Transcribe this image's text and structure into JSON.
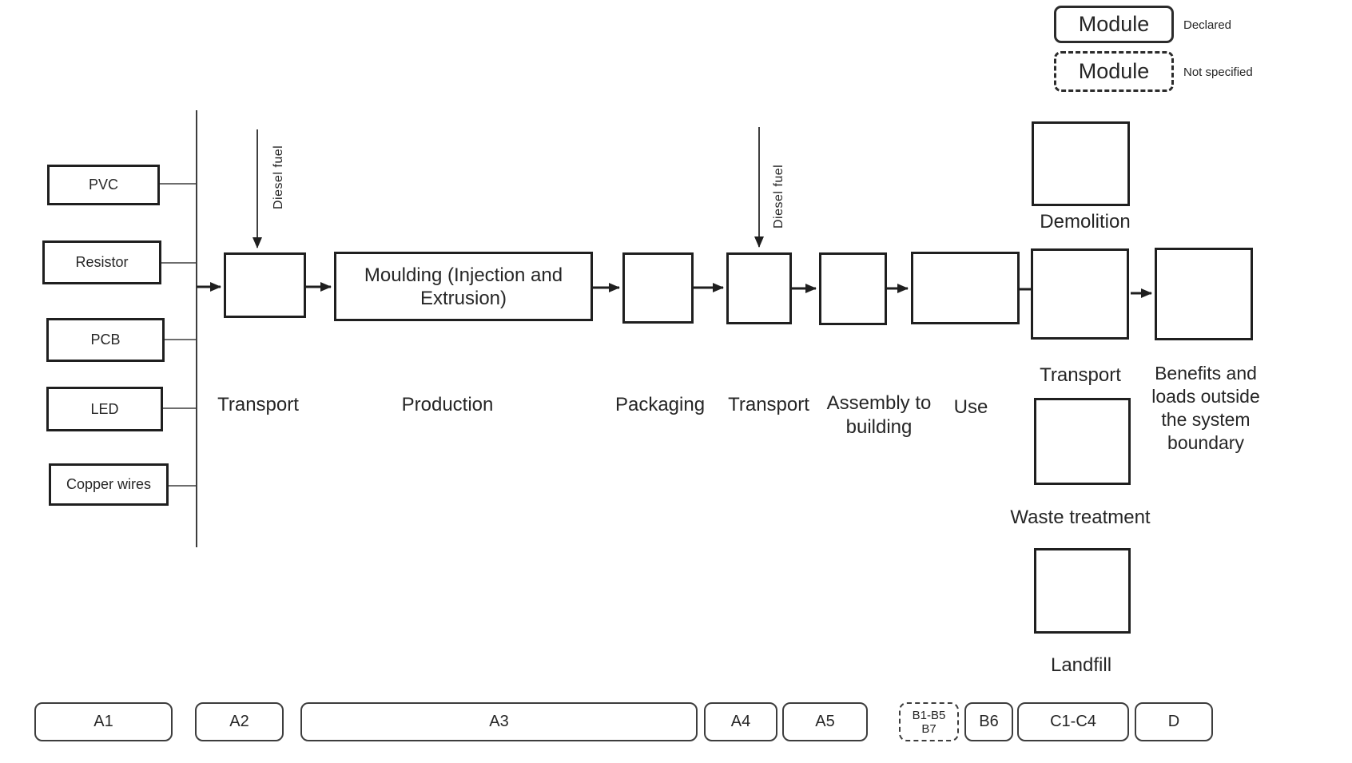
{
  "legend": {
    "declared_box": "Module",
    "declared_label": "Declared",
    "not_specified_box": "Module",
    "not_specified_label": "Not specified"
  },
  "inputs": [
    {
      "label": "PVC"
    },
    {
      "label": "Resistor"
    },
    {
      "label": "PCB"
    },
    {
      "label": "LED"
    },
    {
      "label": "Copper wires"
    }
  ],
  "flows": {
    "diesel_fuel_1": "Diesel fuel",
    "diesel_fuel_2": "Diesel fuel"
  },
  "stages": {
    "moulding_box": "Moulding (Injection and Extrusion)",
    "transport_1": "Transport",
    "production": "Production",
    "packaging": "Packaging",
    "transport_2": "Transport",
    "assembly": "Assembly to building",
    "use": "Use",
    "transport_3": "Transport",
    "benefits": "Benefits and loads outside the system boundary",
    "demolition": "Demolition",
    "waste_treatment": "Waste treatment",
    "landfill": "Landfill"
  },
  "modules": [
    {
      "label": "A1",
      "style": "solid"
    },
    {
      "label": "A2",
      "style": "solid"
    },
    {
      "label": "A3",
      "style": "solid"
    },
    {
      "label": "A4",
      "style": "solid"
    },
    {
      "label": "A5",
      "style": "solid"
    },
    {
      "label_line1": "B1-B5",
      "label_line2": "B7",
      "style": "dashed"
    },
    {
      "label": "B6",
      "style": "solid"
    },
    {
      "label": "C1-C4",
      "style": "solid"
    },
    {
      "label": "D",
      "style": "solid"
    }
  ],
  "colors": {
    "line": "#262626",
    "background": "#ffffff"
  }
}
